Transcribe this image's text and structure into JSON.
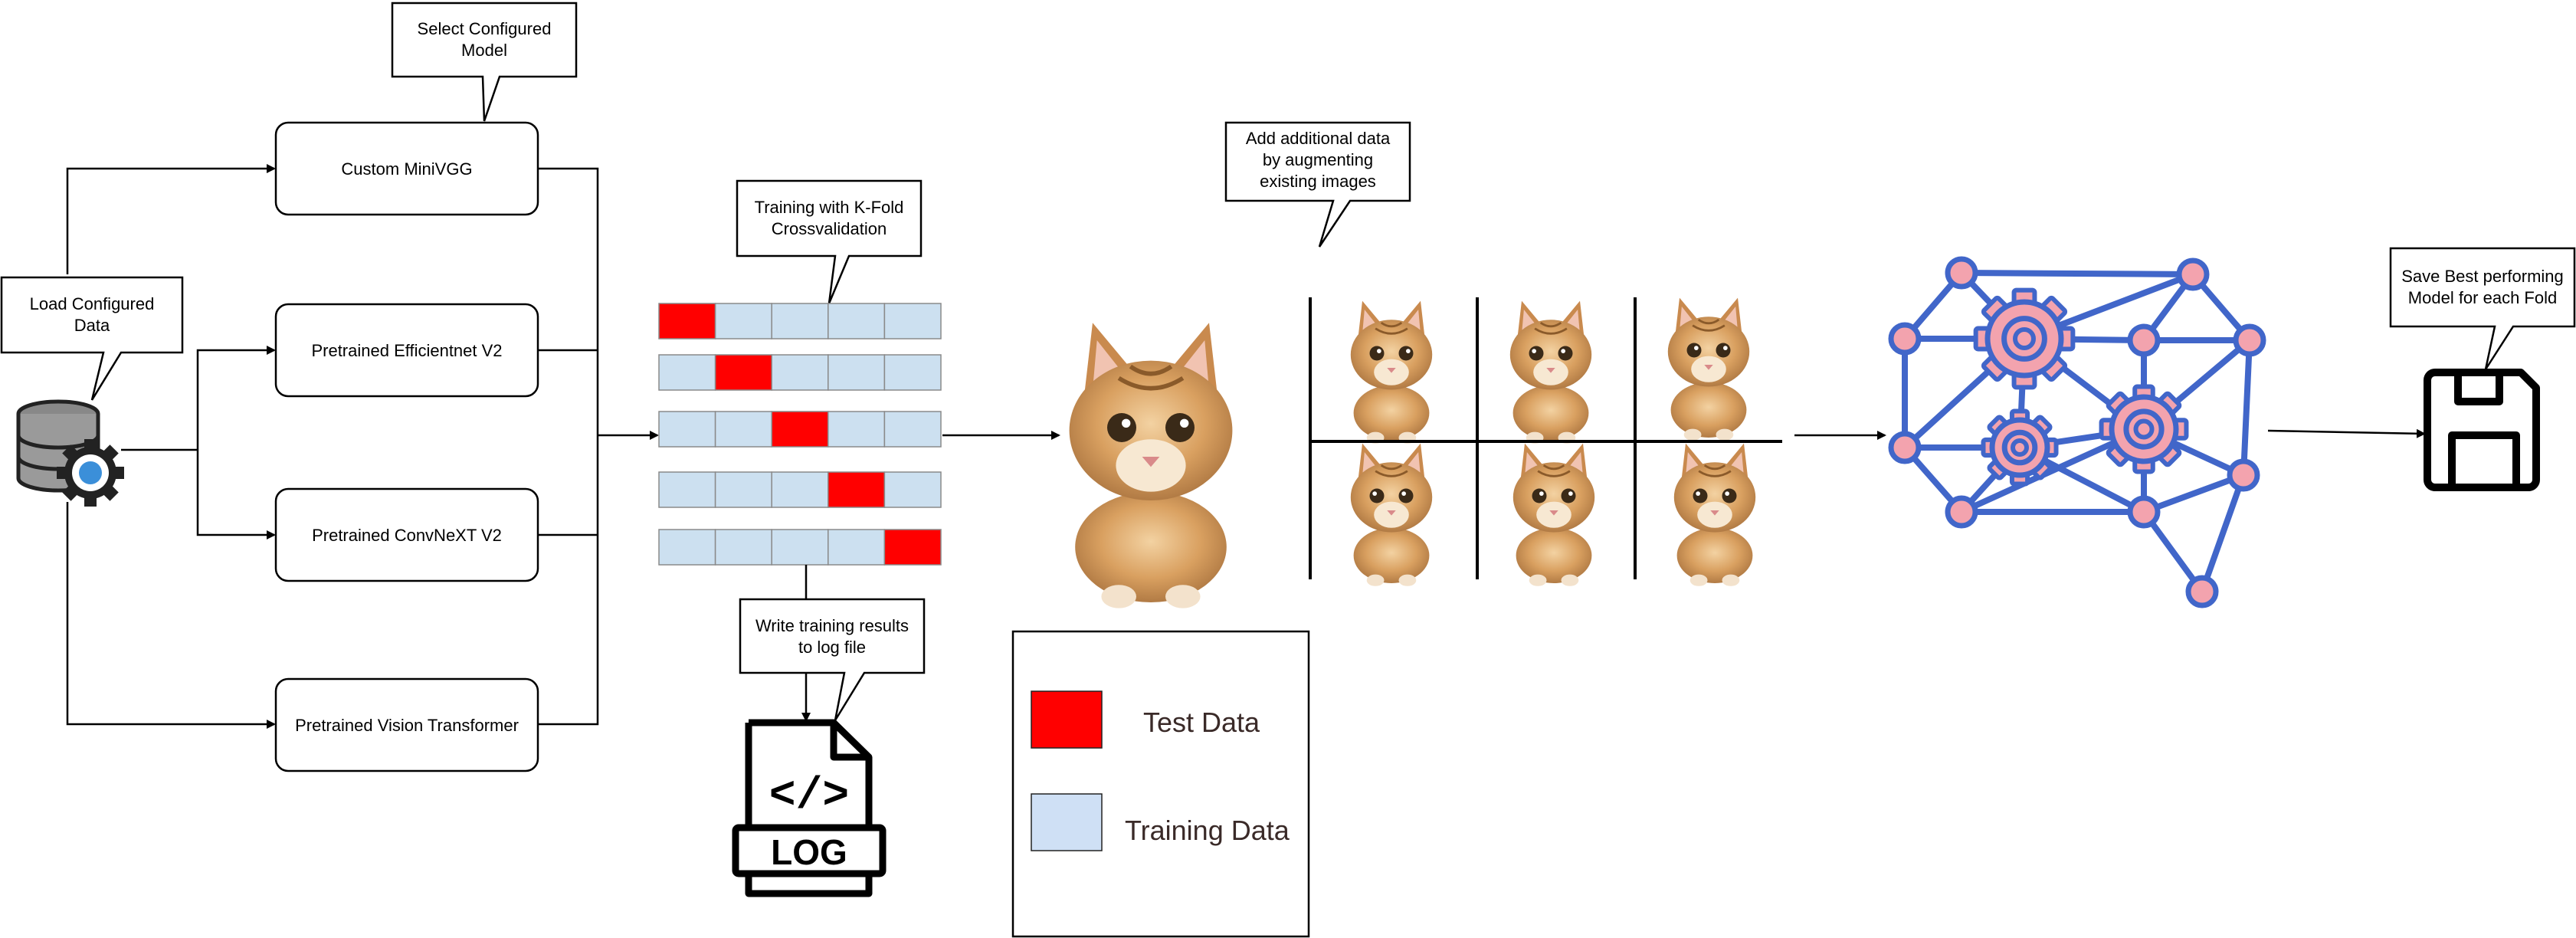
{
  "callouts": {
    "select_model": [
      "Select Configured",
      "Model"
    ],
    "load_data": [
      "Load Configured",
      "Data"
    ],
    "kfold": [
      "Training with K-Fold",
      "Crossvalidation"
    ],
    "augment": [
      "Add additional data",
      "by augmenting",
      "existing images"
    ],
    "write_log": [
      "Write  training results",
      "to log file"
    ],
    "save_best": [
      "Save Best performing",
      "Model for each Fold"
    ]
  },
  "models": {
    "minivgg": "Custom MiniVGG",
    "efficientnet": "Pretrained Efficientnet V2",
    "convnext": "Pretrained ConvNeXT V2",
    "vit": "Pretrained Vision Transformer"
  },
  "kfold": {
    "folds": 5,
    "test_positions": [
      0,
      1,
      2,
      3,
      4
    ],
    "test_color": "#ff0000",
    "train_color": "#cce0f0"
  },
  "legend": {
    "test_label": "Test Data",
    "training_label": "Training Data",
    "test_color": "#ff0000",
    "training_color": "#cfe0f5"
  },
  "log_icon": {
    "label": "LOG",
    "code_symbol": "</>"
  },
  "network": {
    "line_color": "#4166c9",
    "node_color": "#f3a3ae"
  }
}
